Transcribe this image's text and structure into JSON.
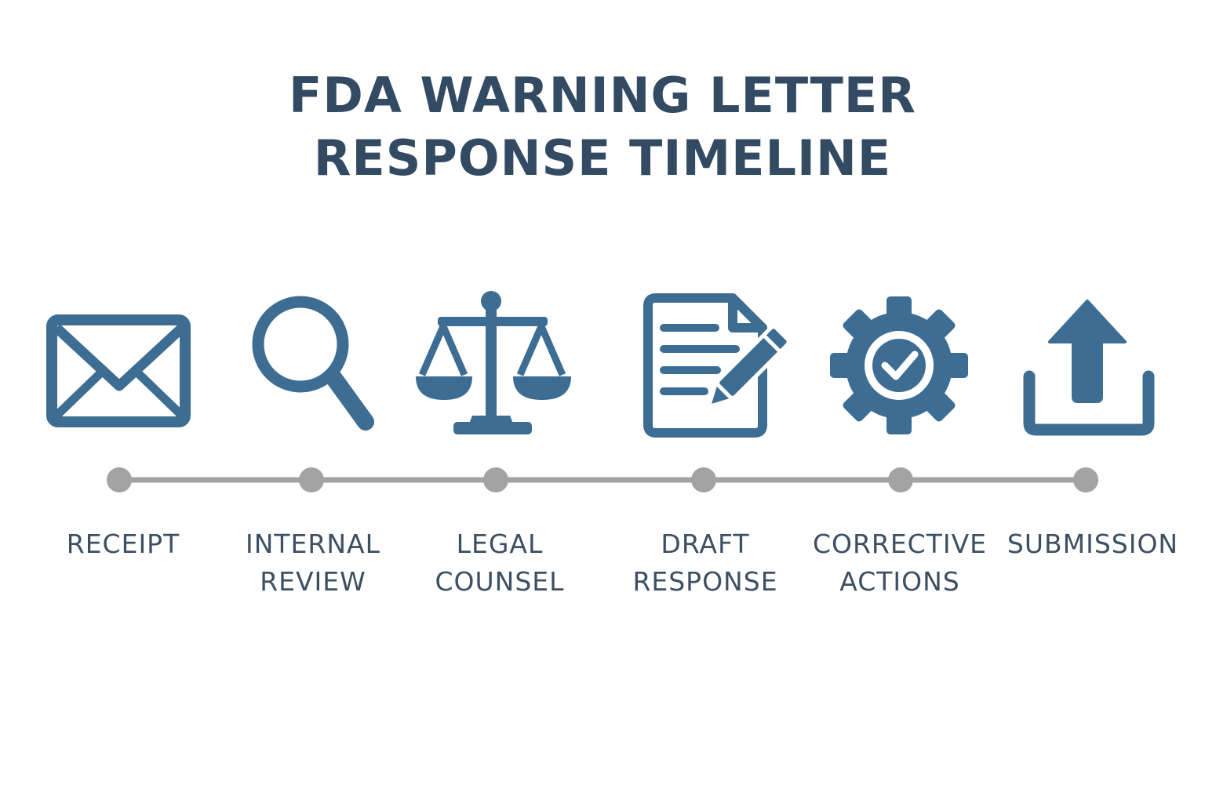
{
  "title": {
    "line1": "FDA WARNING LETTER",
    "line2": "RESPONSE TIMELINE"
  },
  "colors": {
    "icon": "#3d6d93",
    "title": "#334a63",
    "label": "#3d4f63",
    "track": "#a3a3a3"
  },
  "steps": [
    {
      "icon": "envelope-icon",
      "label_line1": "RECEIPT",
      "label_line2": ""
    },
    {
      "icon": "magnifier-icon",
      "label_line1": "INTERNAL",
      "label_line2": "REVIEW"
    },
    {
      "icon": "scales-icon",
      "label_line1": "LEGAL",
      "label_line2": "COUNSEL"
    },
    {
      "icon": "document-pencil-icon",
      "label_line1": "DRAFT",
      "label_line2": "RESPONSE"
    },
    {
      "icon": "gear-check-icon",
      "label_line1": "CORRECTIVE",
      "label_line2": "ACTIONS"
    },
    {
      "icon": "upload-icon",
      "label_line1": "SUBMISSION",
      "label_line2": ""
    }
  ]
}
